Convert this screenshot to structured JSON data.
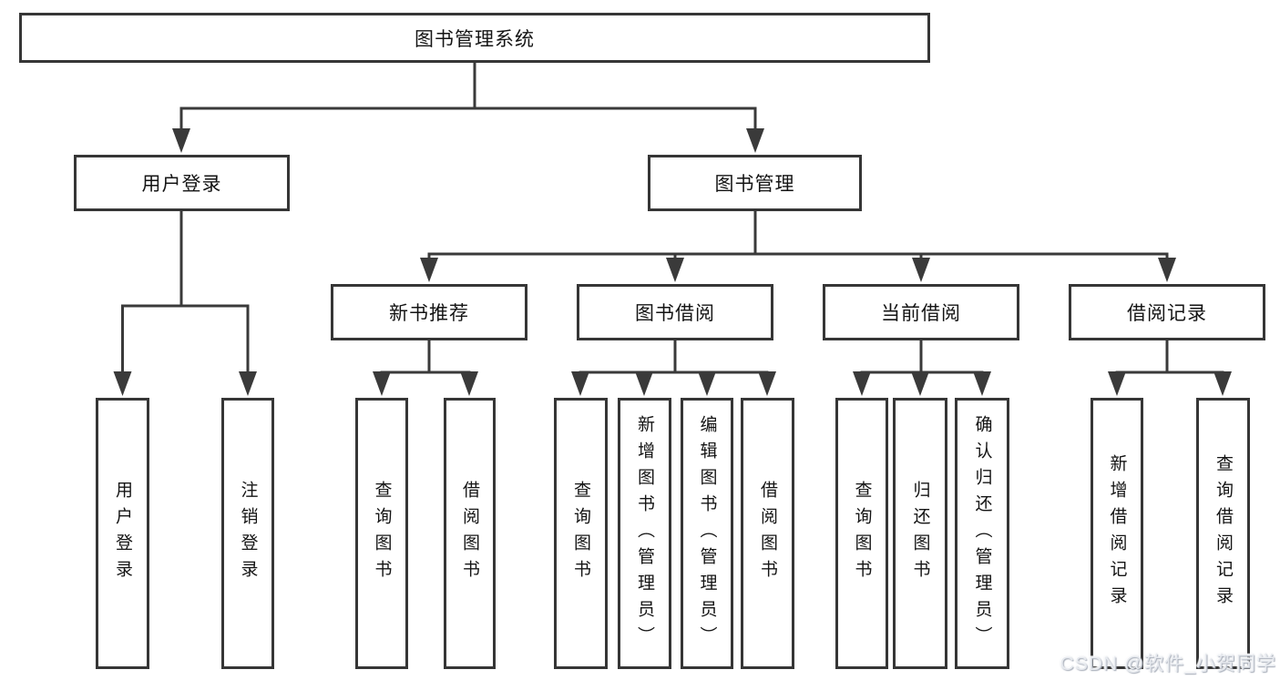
{
  "tree": {
    "root": "图书管理系统",
    "branches": [
      {
        "label": "用户登录",
        "children": [
          {
            "label": "用户登录"
          },
          {
            "label": "注销登录"
          }
        ]
      },
      {
        "label": "图书管理",
        "children": [
          {
            "label": "新书推荐",
            "children": [
              {
                "label": "查询图书"
              },
              {
                "label": "借阅图书"
              }
            ]
          },
          {
            "label": "图书借阅",
            "children": [
              {
                "label": "查询图书"
              },
              {
                "label": "新增图书（管理员）"
              },
              {
                "label": "编辑图书（管理员）"
              },
              {
                "label": "借阅图书"
              }
            ]
          },
          {
            "label": "当前借阅",
            "children": [
              {
                "label": "查询图书"
              },
              {
                "label": "归还图书"
              },
              {
                "label": "确认归还（管理员）"
              }
            ]
          },
          {
            "label": "借阅记录",
            "children": [
              {
                "label": "新增借阅记录"
              },
              {
                "label": "查询借阅记录"
              }
            ]
          }
        ]
      }
    ]
  },
  "colors": {
    "line": "#3a3a3a",
    "border": "#363636",
    "text": "#141414",
    "background": "#ffffff"
  },
  "watermark": "CSDN @软件_小贺同学"
}
